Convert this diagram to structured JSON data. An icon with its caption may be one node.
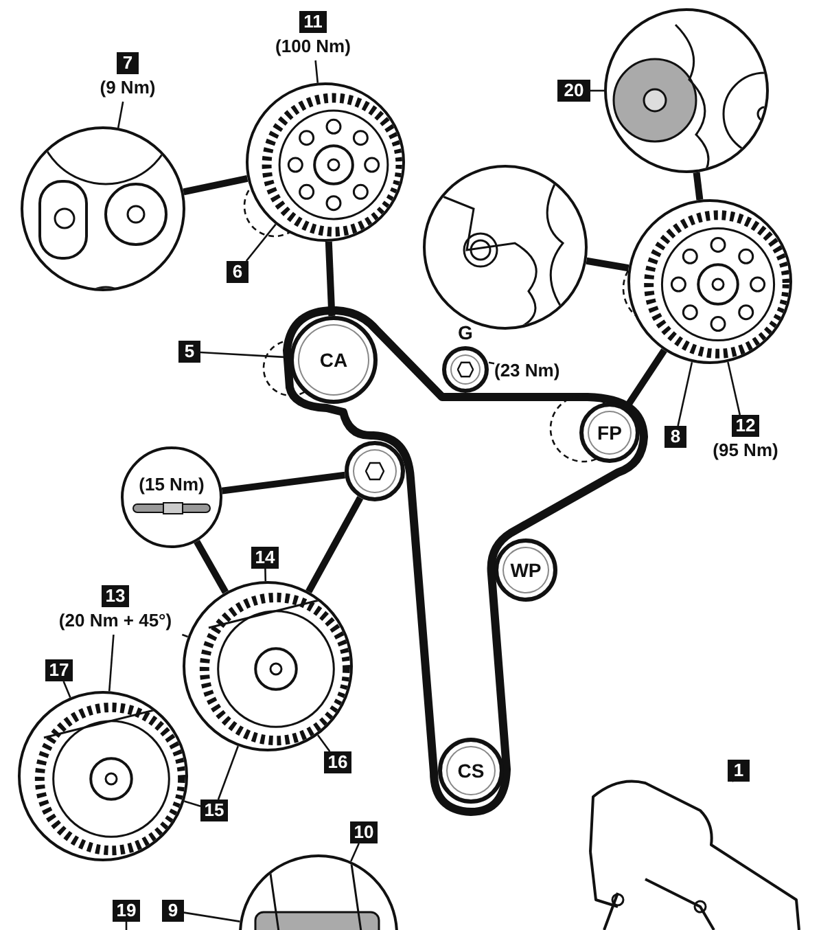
{
  "diagram": {
    "nodes": [
      {
        "text": [
          "7",
          "(9 Nm)"
        ]
      },
      {
        "text": [
          "11",
          "(100 Nm)"
        ]
      },
      {
        "text": [
          "6"
        ]
      },
      {
        "text": [
          "5"
        ]
      },
      {
        "text": [
          "20"
        ]
      },
      {
        "text": [
          "8"
        ]
      },
      {
        "text": [
          "12",
          "(95 Nm)"
        ]
      },
      {
        "text": [],
        "shape": "picture"
      },
      {
        "text": [],
        "shape": "picture"
      },
      {
        "text": [],
        "shape": "picture"
      },
      {
        "text": [],
        "shape": "picture"
      },
      {
        "text": [],
        "shape": "picture"
      },
      {
        "text": [
          "CA"
        ]
      },
      {
        "text": [
          "G"
        ]
      },
      {
        "text": [
          "(23 Nm)"
        ]
      },
      {
        "text": [
          "FP"
        ]
      },
      {
        "text": [],
        "shape": "circle"
      },
      {
        "text": [
          "(15 Nm)"
        ]
      },
      {
        "text": [
          "WP"
        ]
      },
      {
        "text": [
          "14"
        ]
      },
      {
        "text": [
          "13",
          "(20 Nm + 45°)"
        ]
      },
      {
        "text": [],
        "shape": "picture"
      },
      {
        "text": [
          "17"
        ]
      },
      {
        "text": [],
        "shape": "picture"
      },
      {
        "text": [
          "16"
        ]
      },
      {
        "text": [
          "15"
        ]
      },
      {
        "text": [
          "CS"
        ]
      },
      {
        "text": [
          "1"
        ]
      },
      {
        "text": [],
        "shape": "picture"
      },
      {
        "text": [
          "10"
        ]
      },
      {
        "text": [
          "9"
        ]
      },
      {
        "text": [
          "19"
        ]
      },
      {
        "text": [],
        "shape": "picture"
      }
    ],
    "edges": [
      {
        "from": 0,
        "to": 7,
        "arrow": "none"
      },
      {
        "from": 1,
        "to": 8,
        "arrow": "none"
      },
      {
        "from": 2,
        "to": 8,
        "arrow": "none"
      },
      {
        "from": 3,
        "to": 12,
        "arrow": "none"
      },
      {
        "from": 7,
        "to": 8,
        "arrow": "none",
        "style": "thick"
      },
      {
        "from": 8,
        "to": 12,
        "arrow": "none",
        "style": "thick"
      },
      {
        "from": 4,
        "to": 9,
        "arrow": "none"
      },
      {
        "from": 10,
        "to": 11,
        "arrow": "none",
        "style": "thick"
      },
      {
        "from": 9,
        "to": 11,
        "arrow": "none",
        "style": "thick"
      },
      {
        "from": 11,
        "to": 15,
        "arrow": "none",
        "style": "thick"
      },
      {
        "from": 5,
        "to": 11,
        "arrow": "none"
      },
      {
        "from": 6,
        "to": 11,
        "arrow": "none"
      },
      {
        "from": 14,
        "to": 13,
        "arrow": "none"
      },
      {
        "from": 17,
        "to": 16,
        "arrow": "none",
        "style": "thick"
      },
      {
        "from": 17,
        "to": 21,
        "arrow": "none",
        "style": "thick"
      },
      {
        "from": 21,
        "to": 16,
        "arrow": "none",
        "style": "thick"
      },
      {
        "from": 19,
        "to": 21,
        "arrow": "none"
      },
      {
        "from": 20,
        "to": 21,
        "arrow": "none"
      },
      {
        "from": 20,
        "to": 23,
        "arrow": "none"
      },
      {
        "from": 22,
        "to": 23,
        "arrow": "none"
      },
      {
        "from": 24,
        "to": 21,
        "arrow": "none"
      },
      {
        "from": 25,
        "to": 21,
        "arrow": "none"
      },
      {
        "from": 25,
        "to": 23,
        "arrow": "none"
      },
      {
        "from": 27,
        "to": 28,
        "arrow": "none"
      },
      {
        "from": 29,
        "to": 32,
        "arrow": "none"
      },
      {
        "from": 30,
        "to": 32,
        "arrow": "none"
      },
      {
        "from": 31,
        "to": null,
        "arrow": "none"
      }
    ]
  }
}
